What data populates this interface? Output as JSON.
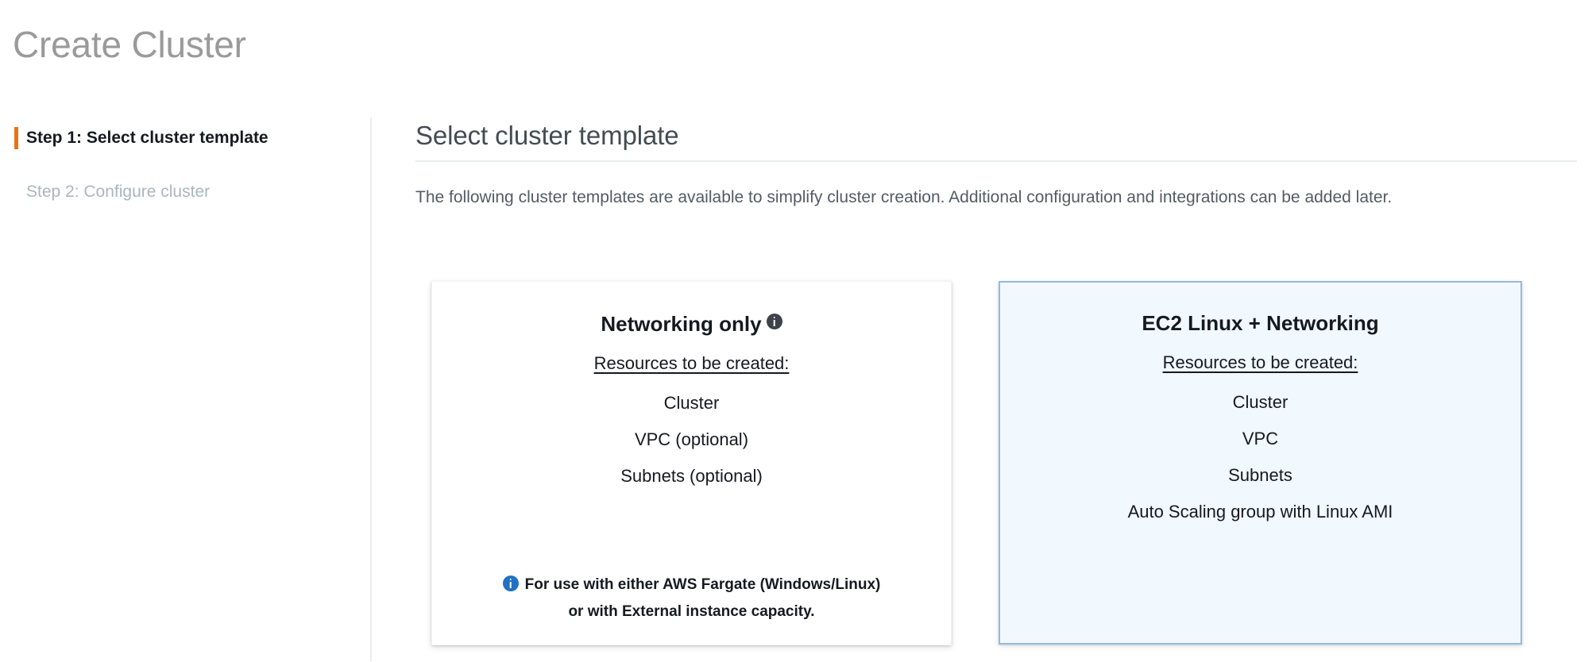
{
  "page": {
    "title": "Create Cluster"
  },
  "wizard": {
    "steps": [
      {
        "label": "Step 1: Select cluster template",
        "state": "active"
      },
      {
        "label": "Step 2: Configure cluster",
        "state": "inactive"
      }
    ],
    "active_marker_color": "#ec7211"
  },
  "main": {
    "heading": "Select cluster template",
    "description": "The following cluster templates are available to simplify cluster creation. Additional configuration and integrations can be added later."
  },
  "templates": {
    "resources_label": "Resources to be created:",
    "cards": [
      {
        "title": "Networking only",
        "title_icon": "info-icon",
        "selected": false,
        "resources": [
          "Cluster",
          "VPC (optional)",
          "Subnets (optional)"
        ],
        "note_icon": "info-icon",
        "note_lines": [
          "For use with either AWS Fargate (Windows/Linux)",
          "or with External instance capacity."
        ]
      },
      {
        "title": "EC2 Linux + Networking",
        "selected": true,
        "resources": [
          "Cluster",
          "VPC",
          "Subnets",
          "Auto Scaling group with Linux AMI"
        ],
        "note_lines": []
      }
    ]
  },
  "colors": {
    "accent_orange": "#ec7211",
    "selected_card_bg": "#f1f8fe",
    "selected_card_border": "#95b9e0",
    "info_icon_blue": "#1f72c4",
    "title_gray": "#9a9a9a"
  }
}
